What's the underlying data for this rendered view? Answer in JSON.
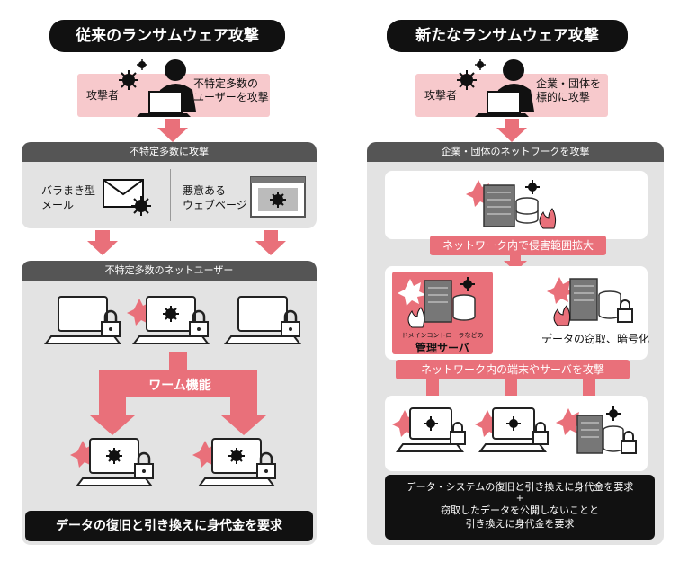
{
  "left": {
    "title": "従来のランサムウェア攻撃",
    "attacker_label": "攻撃者",
    "target_text": "不特定多数の\nユーザーを攻撃",
    "panel1_header": "不特定多数に攻撃",
    "spam_label": "バラまき型\nメール",
    "web_label": "悪意ある\nウェブページ",
    "panel2_header": "不特定多数のネットユーザー",
    "worm_label": "ワーム機能",
    "bottom_text": "データの復旧と引き換えに身代金を要求"
  },
  "right": {
    "title": "新たなランサムウェア攻撃",
    "attacker_label": "攻撃者",
    "target_text": "企業・団体を\n標的に攻撃",
    "panel_header": "企業・団体のネットワークを攻撃",
    "expand_label": "ネットワーク内で侵害範囲拡大",
    "dc_small_label": "ドメインコントローラなどの",
    "dc_label": "管理サーバ",
    "theft_label": "データの窃取、暗号化",
    "terminal_label": "ネットワーク内の端末やサーバを攻撃",
    "bottom_line1": "データ・システムの復旧と引き換えに身代金を要求",
    "bottom_plus": "+",
    "bottom_line2": "窃取したデータを公開しないことと",
    "bottom_line3": "引き換えに身代金を要求"
  },
  "colors": {
    "accent_red": "#e9707a",
    "pink": "#f7c9cc",
    "dark": "#111111",
    "panel_gray": "#e3e3e3",
    "header_gray": "#555555"
  },
  "icons": [
    "attacker-icon",
    "virus-icon",
    "laptop-icon",
    "padlock-icon",
    "email-icon",
    "browser-window-icon",
    "server-icon",
    "database-icon",
    "fire-icon",
    "explosion-icon",
    "arrow-down-icon"
  ]
}
